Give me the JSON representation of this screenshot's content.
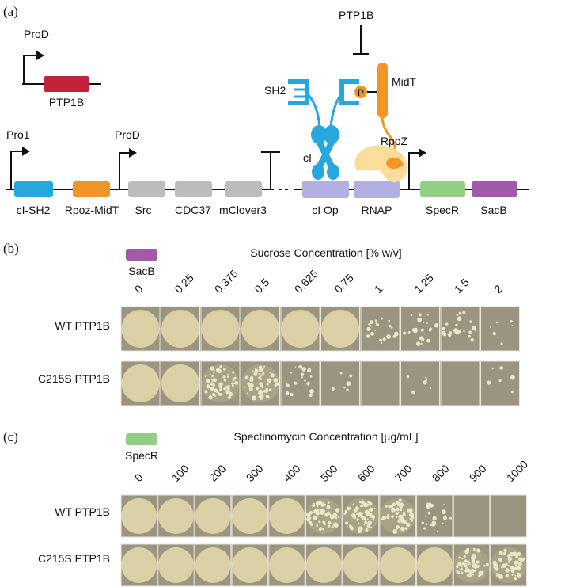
{
  "panel_a": {
    "label": "(a)",
    "top_construct": {
      "promoter": "ProD",
      "gene": "PTP1B"
    },
    "main_construct": {
      "promoters": [
        "Pro1",
        "ProD"
      ],
      "genes": [
        "cI-SH2",
        "Rpoz-MidT",
        "Src",
        "CDC37",
        "mClover3"
      ]
    },
    "reporter": {
      "inhibitor": "PTP1B",
      "labels": {
        "sh2": "SH2",
        "ci": "cI",
        "p": "P",
        "midt": "MidT",
        "rpoz": "RpoZ"
      },
      "elements": [
        "cI Op",
        "RNAP",
        "SpecR",
        "SacB"
      ]
    }
  },
  "panel_b": {
    "label": "(b)",
    "legend": {
      "label": "SacB",
      "color": "#a05aa8"
    },
    "title": "Sucrose Concentration [% w/v]",
    "columns": [
      "0",
      "0.25",
      "0.375",
      "0.5",
      "0.625",
      "0.75",
      "1",
      "1.25",
      "1.5",
      "2"
    ],
    "rows": [
      "WT PTP1B",
      "C215S PTP1B"
    ]
  },
  "panel_c": {
    "label": "(c)",
    "legend": {
      "label": "SpecR",
      "color": "#92cf84"
    },
    "title": "Spectinomycin Concentration [µg/mL]",
    "columns": [
      "0",
      "100",
      "200",
      "300",
      "400",
      "500",
      "600",
      "700",
      "800",
      "900",
      "1000"
    ],
    "rows": [
      "WT PTP1B",
      "C215S PTP1B"
    ]
  },
  "colors": {
    "ptp1b": "#c4213a",
    "ci_sh2": "#27a7dd",
    "rpoz_midt": "#f29427",
    "gray_gene": "#bcbcbc",
    "operator": "#b2b0e0",
    "specr": "#92cf84",
    "sacb": "#a05aa8",
    "rpoz_body": "#f9dd98",
    "agar": "#9b9480",
    "lawn": "#dbd0a6"
  }
}
